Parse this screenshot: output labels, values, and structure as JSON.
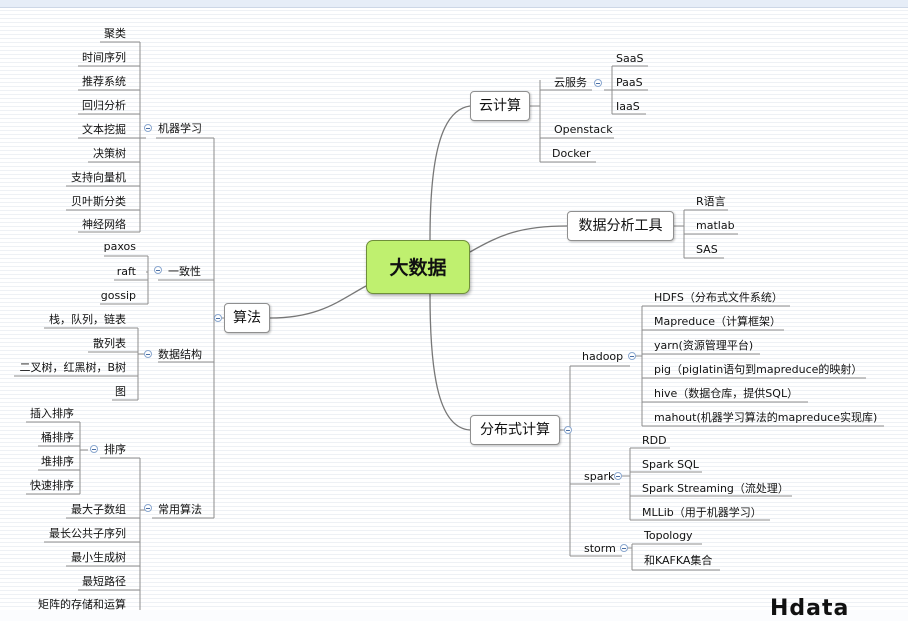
{
  "central": "大数据",
  "branches": {
    "cloud": {
      "label": "云计算",
      "children": {
        "cloud_service": {
          "label": "云服务",
          "children": [
            "SaaS",
            "PaaS",
            "IaaS"
          ]
        },
        "openstack": "Openstack",
        "docker": "Docker"
      }
    },
    "tools": {
      "label": "数据分析工具",
      "children": [
        "R语言",
        "matlab",
        "SAS"
      ]
    },
    "distributed": {
      "label": "分布式计算",
      "children": {
        "hadoop": {
          "label": "hadoop",
          "children": [
            "HDFS（分布式文件系统）",
            "Mapreduce（计算框架）",
            "yarn(资源管理平台)",
            "pig（piglatin语句到mapreduce的映射）",
            "hive（数据仓库，提供SQL）",
            "mahout(机器学习算法的mapreduce实现库)"
          ]
        },
        "spark": {
          "label": "spark",
          "children": [
            "RDD",
            "Spark SQL",
            "Spark Streaming（流处理）",
            "MLLib（用于机器学习）"
          ]
        },
        "storm": {
          "label": "storm",
          "children": [
            "Topology",
            "和KAFKA集合"
          ]
        }
      }
    },
    "algorithm": {
      "label": "算法",
      "children": {
        "ml": {
          "label": "机器学习",
          "children": [
            "聚类",
            "时间序列",
            "推荐系统",
            "回归分析",
            "文本挖掘",
            "决策树",
            "支持向量机",
            "贝叶斯分类",
            "神经网络"
          ]
        },
        "consistency": {
          "label": "一致性",
          "children": [
            "paxos",
            "raft",
            "gossip"
          ]
        },
        "ds": {
          "label": "数据结构",
          "children": [
            "栈，队列，链表",
            "散列表",
            "二叉树，红黑树，B树",
            "图"
          ]
        },
        "common": {
          "label": "常用算法",
          "children": {
            "sort": {
              "label": "排序",
              "children": [
                "插入排序",
                "桶排序",
                "堆排序",
                "快速排序"
              ]
            },
            "others": [
              "最大子数组",
              "最长公共子序列",
              "最小生成树",
              "最短路径",
              "矩阵的存储和运算"
            ]
          }
        }
      }
    }
  },
  "watermark": "Hdata"
}
